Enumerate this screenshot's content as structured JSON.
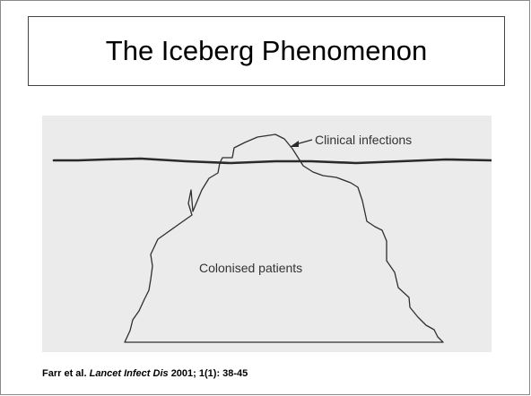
{
  "slide": {
    "title": "The Iceberg Phenomenon"
  },
  "diagram": {
    "tip_label": "Clinical infections",
    "body_label": "Colonised patients"
  },
  "citation": {
    "authors": "Farr et al.",
    "journal": "Lancet Infect Dis",
    "details": "2001; 1(1): 38-45"
  }
}
